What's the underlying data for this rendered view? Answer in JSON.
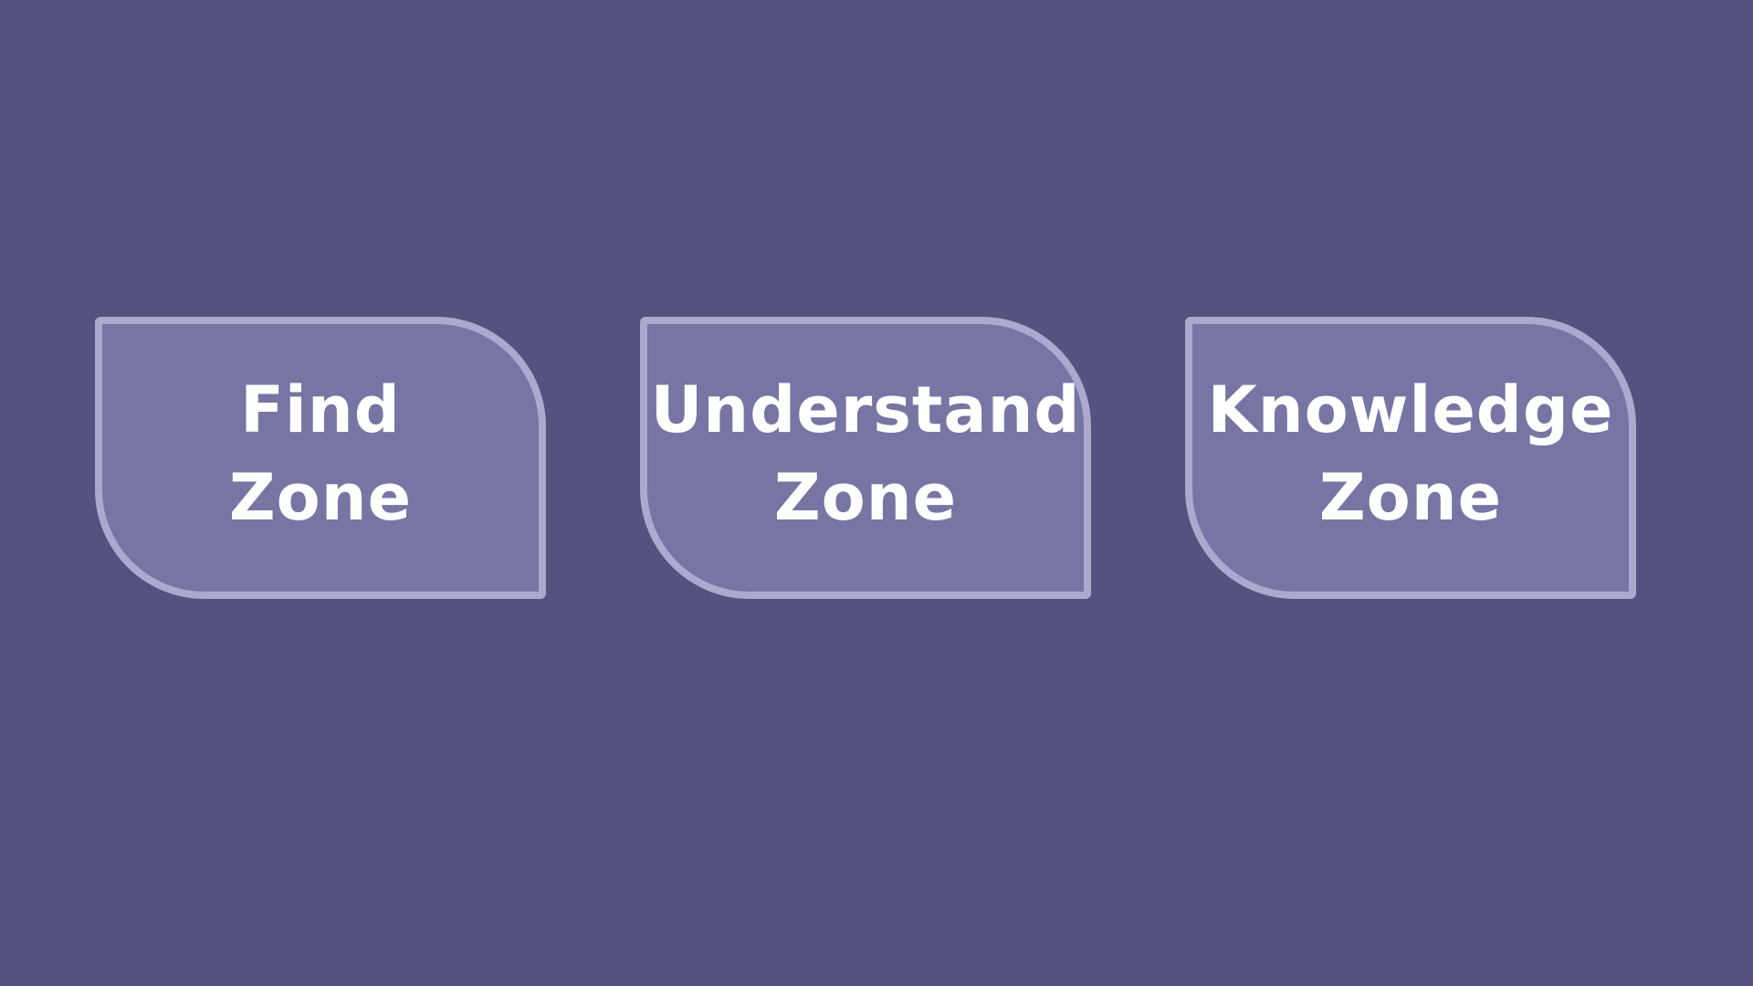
{
  "background_color": "#54537f",
  "card_fill_color": "#7775a3",
  "card_border_color": "#aba9cd",
  "zones": [
    {
      "line1": "Find",
      "line2": "Zone"
    },
    {
      "line1": "Understand",
      "line2": "Zone"
    },
    {
      "line1": "Knowledge",
      "line2": "Zone"
    }
  ]
}
